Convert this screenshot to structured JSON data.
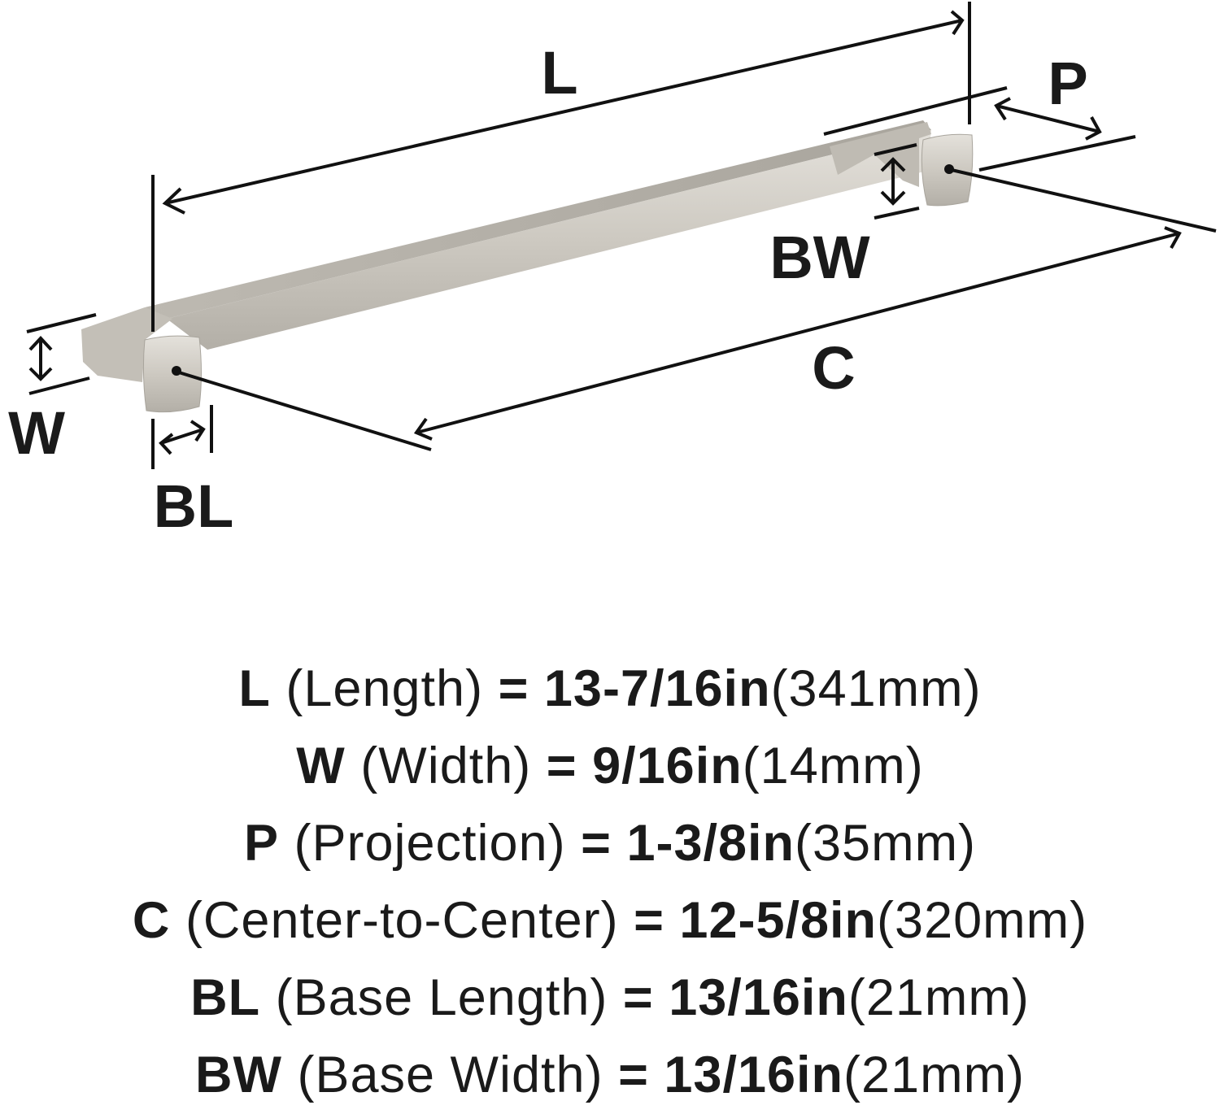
{
  "labels": {
    "L": "L",
    "P": "P",
    "BW": "BW",
    "C": "C",
    "W": "W",
    "BL": "BL"
  },
  "colors": {
    "finish": "#c9c5bd",
    "lines": "#111111",
    "text": "#1a1a1a"
  },
  "specs": [
    {
      "code": "L",
      "name": "(Length)",
      "eq": "=",
      "imperial": "13-7/16in",
      "metric": "(341mm)"
    },
    {
      "code": "W",
      "name": "(Width)",
      "eq": "=",
      "imperial": "9/16in",
      "metric": "(14mm)"
    },
    {
      "code": "P",
      "name": "(Projection)",
      "eq": "=",
      "imperial": "1-3/8in",
      "metric": "(35mm)"
    },
    {
      "code": "C",
      "name": "(Center-to-Center)",
      "eq": "=",
      "imperial": "12-5/8in",
      "metric": "(320mm)"
    },
    {
      "code": "BL",
      "name": "(Base Length)",
      "eq": "=",
      "imperial": "13/16in",
      "metric": "(21mm)"
    },
    {
      "code": "BW",
      "name": "(Base Width)",
      "eq": "=",
      "imperial": "13/16in",
      "metric": "(21mm)"
    }
  ]
}
